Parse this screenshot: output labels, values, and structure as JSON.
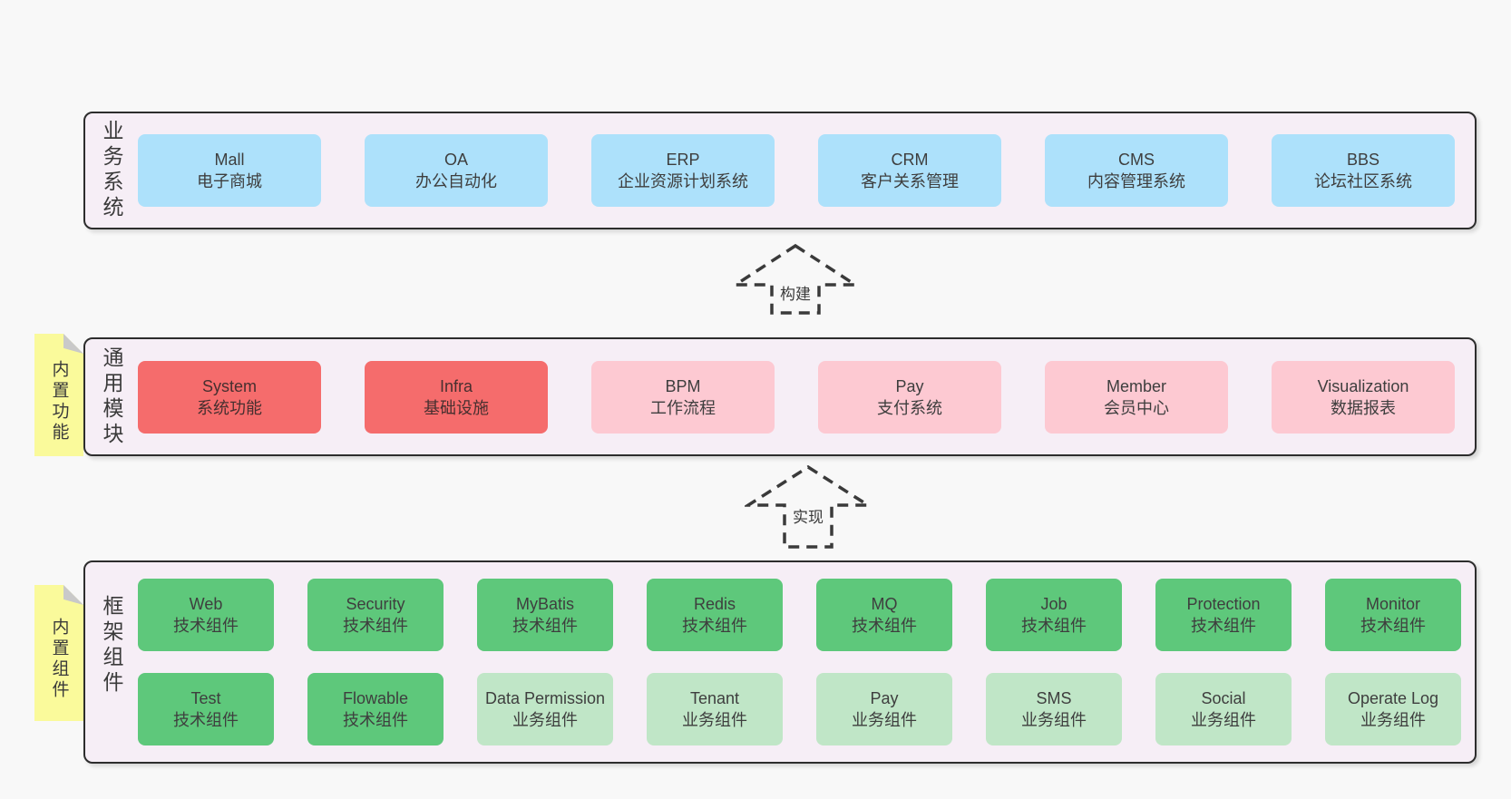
{
  "diagram": {
    "arrows": {
      "build": "构建",
      "implement": "实现"
    },
    "business": {
      "label": "业务系统",
      "boxes": [
        {
          "name": "Mall",
          "desc": "电子商城"
        },
        {
          "name": "OA",
          "desc": "办公自动化"
        },
        {
          "name": "ERP",
          "desc": "企业资源计划系统"
        },
        {
          "name": "CRM",
          "desc": "客户关系管理"
        },
        {
          "name": "CMS",
          "desc": "内容管理系统"
        },
        {
          "name": "BBS",
          "desc": "论坛社区系统"
        }
      ]
    },
    "modules": {
      "label": "通用模块",
      "tab": "内置功能",
      "boxes": [
        {
          "name": "System",
          "desc": "系统功能"
        },
        {
          "name": "Infra",
          "desc": "基础设施"
        },
        {
          "name": "BPM",
          "desc": "工作流程"
        },
        {
          "name": "Pay",
          "desc": "支付系统"
        },
        {
          "name": "Member",
          "desc": "会员中心"
        },
        {
          "name": "Visualization",
          "desc": "数据报表"
        }
      ]
    },
    "framework": {
      "label": "框架组件",
      "tab": "内置组件",
      "row1": [
        {
          "name": "Web",
          "desc": "技术组件"
        },
        {
          "name": "Security",
          "desc": "技术组件"
        },
        {
          "name": "MyBatis",
          "desc": "技术组件"
        },
        {
          "name": "Redis",
          "desc": "技术组件"
        },
        {
          "name": "MQ",
          "desc": "技术组件"
        },
        {
          "name": "Job",
          "desc": "技术组件"
        },
        {
          "name": "Protection",
          "desc": "技术组件"
        },
        {
          "name": "Monitor",
          "desc": "技术组件"
        }
      ],
      "row2": [
        {
          "name": "Test",
          "desc": "技术组件"
        },
        {
          "name": "Flowable",
          "desc": "技术组件"
        },
        {
          "name": "Data Permission",
          "desc": "业务组件"
        },
        {
          "name": "Tenant",
          "desc": "业务组件"
        },
        {
          "name": "Pay",
          "desc": "业务组件"
        },
        {
          "name": "SMS",
          "desc": "业务组件"
        },
        {
          "name": "Social",
          "desc": "业务组件"
        },
        {
          "name": "Operate Log",
          "desc": "业务组件"
        }
      ]
    },
    "colors": {
      "page_bg": "#f8f8f8",
      "band_bg": "#f6eef6",
      "band_border": "#2d2d2d",
      "blue": "#ade1fb",
      "red": "#f56c6c",
      "pink": "#fdc9d2",
      "green": "#5ec87b",
      "green_light": "#c0e6c7",
      "tab_yellow": "#fafa9b"
    }
  }
}
